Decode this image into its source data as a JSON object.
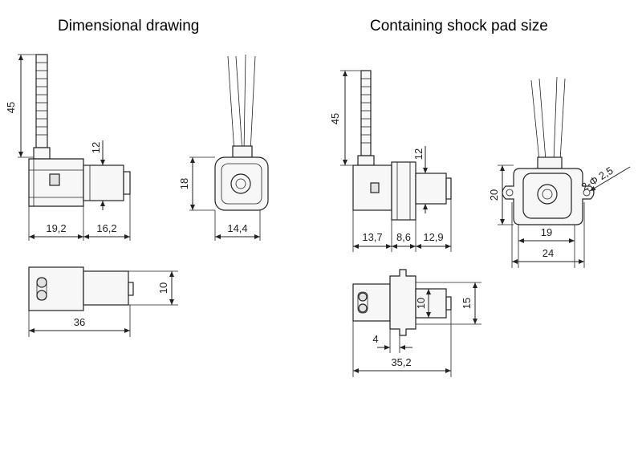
{
  "titles": {
    "left": "Dimensional drawing",
    "right": "Containing shock pad size"
  },
  "dims": {
    "l_len45": "45",
    "l_12": "12",
    "l_192": "19,2",
    "l_162": "16,2",
    "l_18": "18",
    "l_144": "14,4",
    "l_10": "10",
    "l_36": "36",
    "r_len45": "45",
    "r_12": "12",
    "r_137": "13,7",
    "r_86": "8,6",
    "r_129": "12,9",
    "r_20": "20",
    "r_hole": "2-Φ 2,5",
    "r_19": "19",
    "r_24": "24",
    "r_10": "10",
    "r_15": "15",
    "r_4": "4",
    "r_352": "35,2"
  }
}
